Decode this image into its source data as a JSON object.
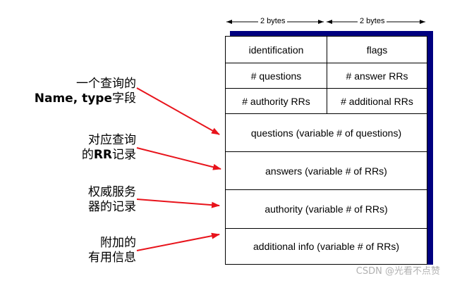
{
  "header": {
    "left_bytes": "2 bytes",
    "right_bytes": "2 bytes"
  },
  "table": {
    "rows": [
      {
        "left": "identification",
        "right": "flags"
      },
      {
        "left": "# questions",
        "right": "# answer RRs"
      },
      {
        "left": "# authority RRs",
        "right": "# additional RRs"
      }
    ],
    "wide_rows": [
      "questions (variable # of questions)",
      "answers (variable # of RRs)",
      "authority (variable # of RRs)",
      "additional info (variable # of RRs)"
    ]
  },
  "labels": {
    "l1_line1": "一个查询的",
    "l1_line2_bold": "Name, type",
    "l1_line2_rest": "字段",
    "l2_line1": "对应查询",
    "l2_line2_pre": "的",
    "l2_line2_bold": "RR",
    "l2_line2_rest": "记录",
    "l3_line1": "权威服务",
    "l3_line2": "器的记录",
    "l4_line1": "附加的",
    "l4_line2": "有用信息"
  },
  "colors": {
    "arrow": "#e8131b",
    "shadow": "#000080"
  },
  "watermark": "CSDN @光看不点赞"
}
